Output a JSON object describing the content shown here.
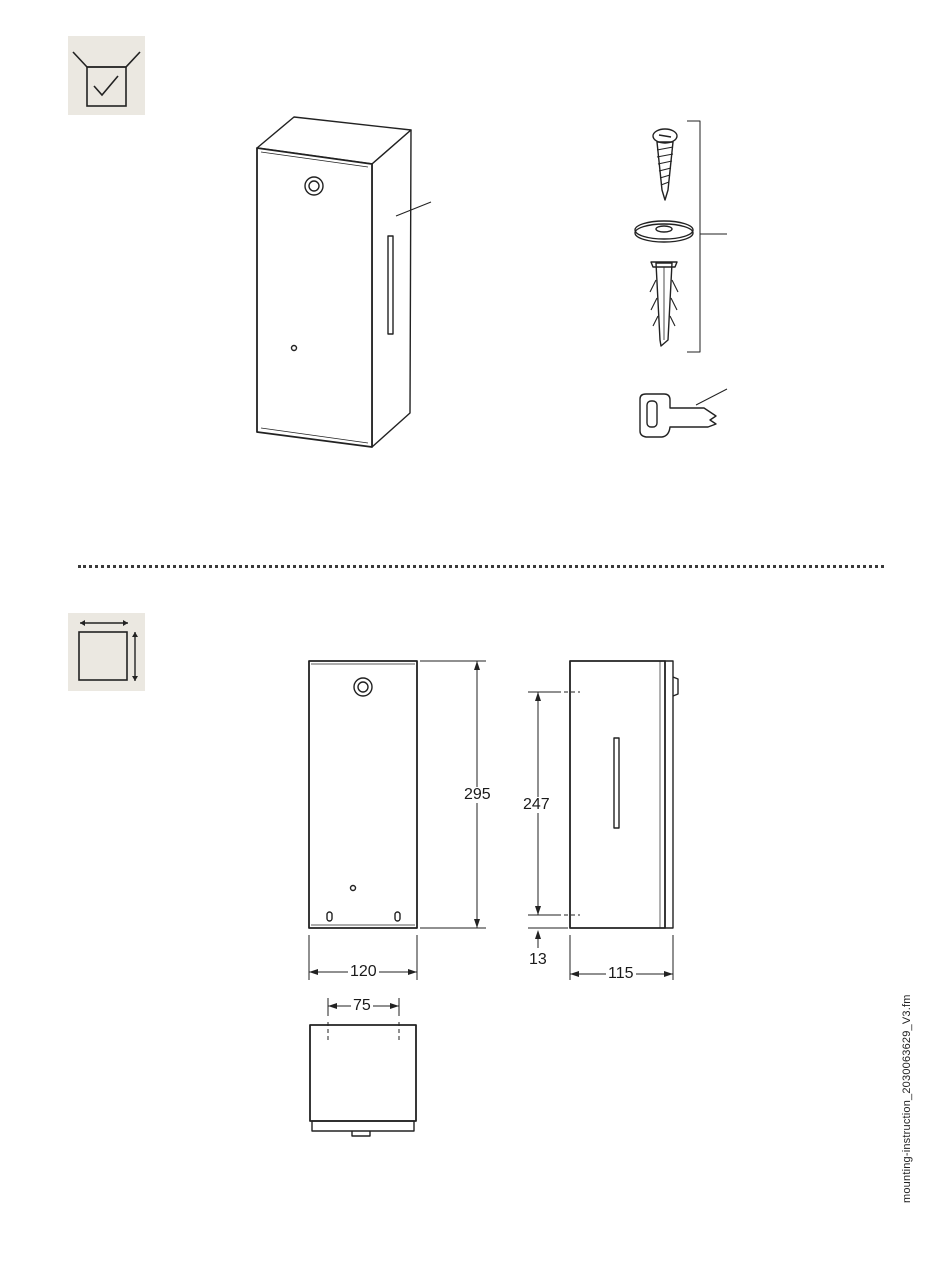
{
  "dimensions": {
    "height_total": "295",
    "height_mount": "247",
    "offset_bottom": "13",
    "width": "120",
    "depth": "115",
    "hole_spacing": "75"
  },
  "footer": {
    "filename": "mounting-instruction_2030063629_V3.fm"
  },
  "icons": {
    "contents": "box-contents-check-icon",
    "dimensions": "dimensions-icon"
  }
}
